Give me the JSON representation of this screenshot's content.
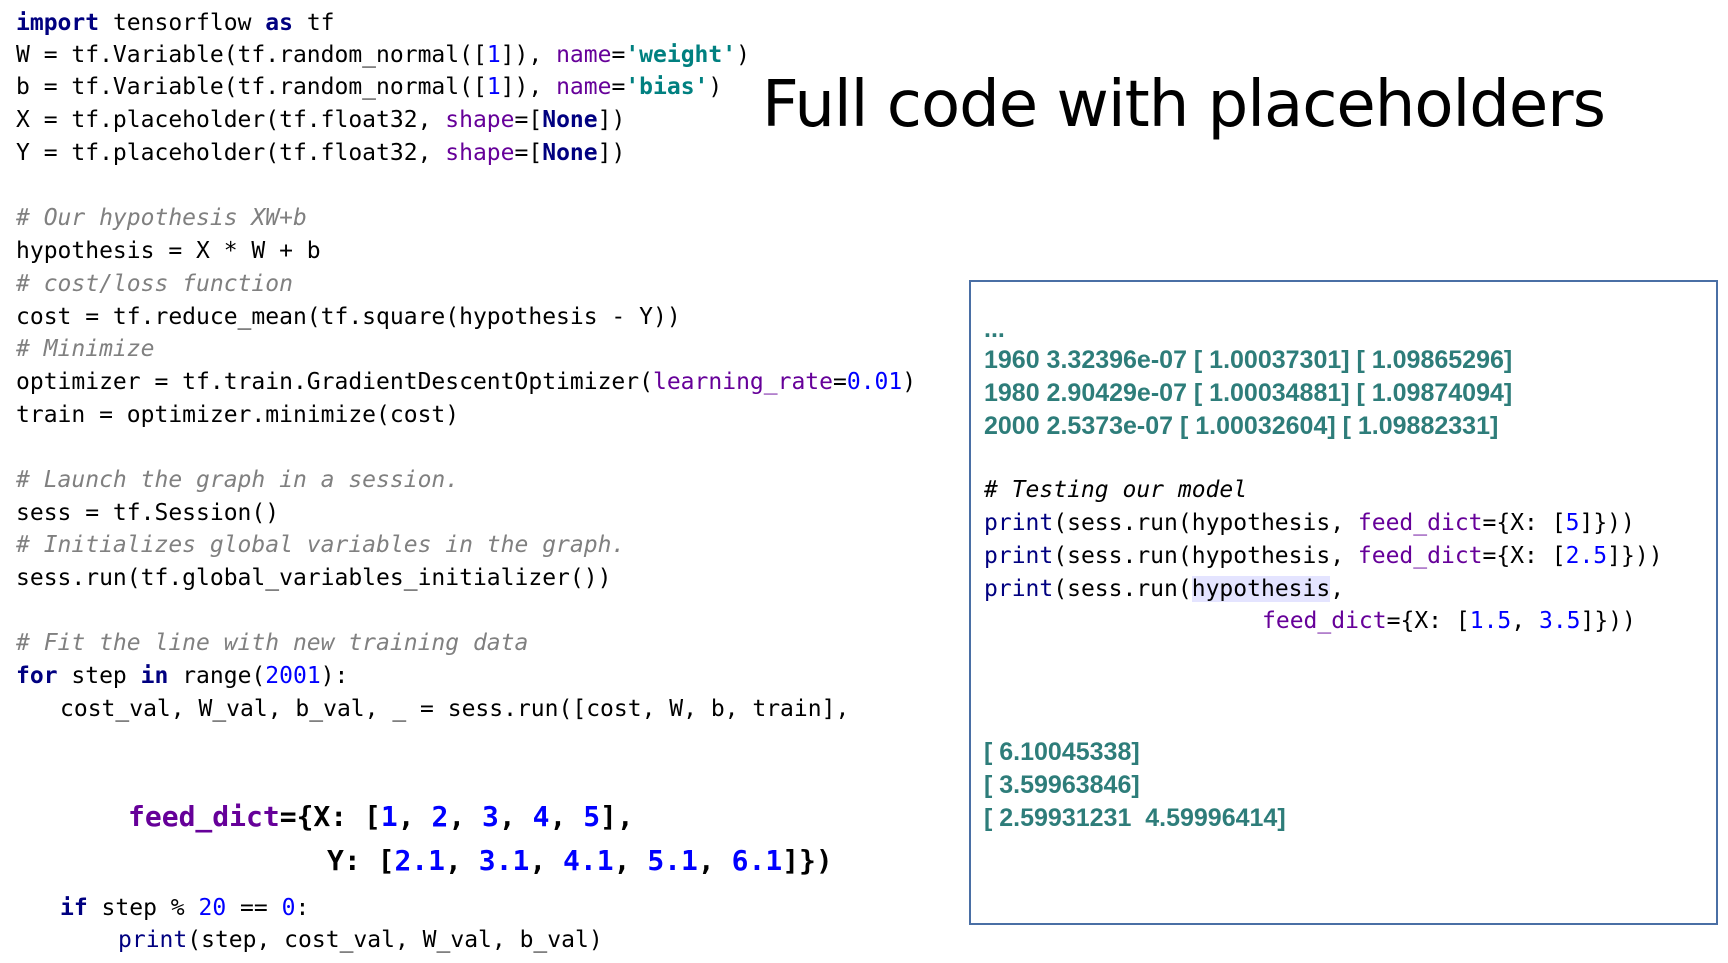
{
  "slide": {
    "title": "Full code with placeholders"
  },
  "code": {
    "l1": {
      "a": "import",
      "b": " tensorflow ",
      "c": "as",
      "d": " tf"
    },
    "l2": {
      "a": "W = tf.Variable(tf.random_normal([",
      "b": "1",
      "c": "]), ",
      "d": "name",
      "e": "=",
      "f": "'weight'",
      "g": ")"
    },
    "l3": {
      "a": "b = tf.Variable(tf.random_normal([",
      "b": "1",
      "c": "]), ",
      "d": "name",
      "e": "=",
      "f": "'bias'",
      "g": ")"
    },
    "l4": {
      "a": "X = tf.placeholder(tf.float32, ",
      "b": "shape",
      "c": "=[",
      "d": "None",
      "e": "])"
    },
    "l5": {
      "a": "Y = tf.placeholder(tf.float32, ",
      "b": "shape",
      "c": "=[",
      "d": "None",
      "e": "])"
    },
    "l6": "# Our hypothesis XW+b",
    "l7": "hypothesis = X * W + b",
    "l8": "# cost/loss function",
    "l9": "cost = tf.reduce_mean(tf.square(hypothesis - Y))",
    "l10": "# Minimize",
    "l11": {
      "a": "optimizer = tf.train.GradientDescentOptimizer(",
      "b": "learning_rate",
      "c": "=",
      "d": "0.01",
      "e": ")"
    },
    "l12": "train = optimizer.minimize(cost)",
    "l13": "# Launch the graph in a session.",
    "l14": "sess = tf.Session()",
    "l15": "# Initializes global variables in the graph.",
    "l16": "sess.run(tf.global_variables_initializer())",
    "l17": "# Fit the line with new training data",
    "l18": {
      "a": "for",
      "b": " step ",
      "c": "in",
      "d": " range(",
      "e": "2001",
      "f": "):"
    },
    "l19": "cost_val, W_val, b_val, _ = sess.run([cost, W, b, train],",
    "l20": {
      "a": "feed_dict",
      "b": "={X: [",
      "n1": "1",
      "n2": "2",
      "n3": "3",
      "n4": "4",
      "n5": "5",
      "sep": ", ",
      "end": "],"
    },
    "l21": {
      "a": "Y: [",
      "n1": "2.1",
      "n2": "3.1",
      "n3": "4.1",
      "n4": "5.1",
      "n5": "6.1",
      "sep": ", ",
      "end": "]})"
    },
    "l22": {
      "a": "if",
      "b": " step % ",
      "c": "20",
      "d": " == ",
      "e": "0",
      "f": ":"
    },
    "l23": {
      "a": "print",
      "b": "(step, cost_val, W_val, b_val)"
    }
  },
  "panel": {
    "ellipsis": "...",
    "log": [
      "1960 3.32396e-07 [ 1.00037301] [ 1.09865296]",
      "1980 2.90429e-07 [ 1.00034881] [ 1.09874094]",
      "2000 2.5373e-07 [ 1.00032604] [ 1.09882331]"
    ],
    "test_comment": "# Testing our model",
    "p1": {
      "fn": "print",
      "a": "(sess.run(hypothesis, ",
      "k": "feed_dict",
      "b": "={X: [",
      "n": "5",
      "c": "]}))"
    },
    "p2": {
      "fn": "print",
      "a": "(sess.run(hypothesis, ",
      "k": "feed_dict",
      "b": "={X: [",
      "n": "2.5",
      "c": "]}))"
    },
    "p3": {
      "fn": "print",
      "a": "(sess.run(",
      "h": "hypothesis",
      "c": ","
    },
    "p4": {
      "k": "feed_dict",
      "b": "={X: [",
      "n1": "1.5",
      "sep": ", ",
      "n2": "3.5",
      "c": "]}))"
    },
    "results": [
      "[ 6.10045338]",
      "[ 3.59963846]",
      "[ 2.59931231  4.59996414]"
    ]
  }
}
